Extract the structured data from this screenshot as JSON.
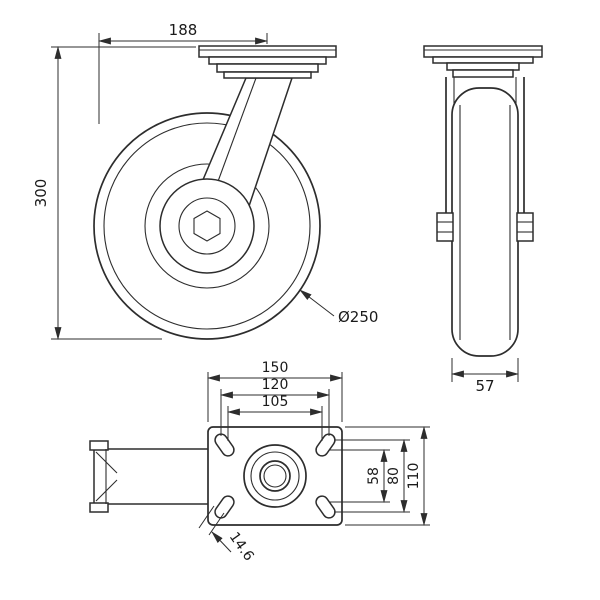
{
  "colors": {
    "line": "#2d2d2d",
    "text": "#1a1a1a",
    "background": "#ffffff"
  },
  "front_view": {
    "mount_offset": "188",
    "overall_height": "300",
    "wheel_diameter": "Ø250"
  },
  "side_view": {
    "wheel_width": "57"
  },
  "top_view": {
    "plate_length": "150",
    "bolt_span_outer": "120",
    "bolt_span_inner": "105",
    "bolt_span_depth_inner": "58",
    "bolt_span_depth_outer": "80",
    "plate_depth": "110",
    "slot_width": "14.6"
  }
}
